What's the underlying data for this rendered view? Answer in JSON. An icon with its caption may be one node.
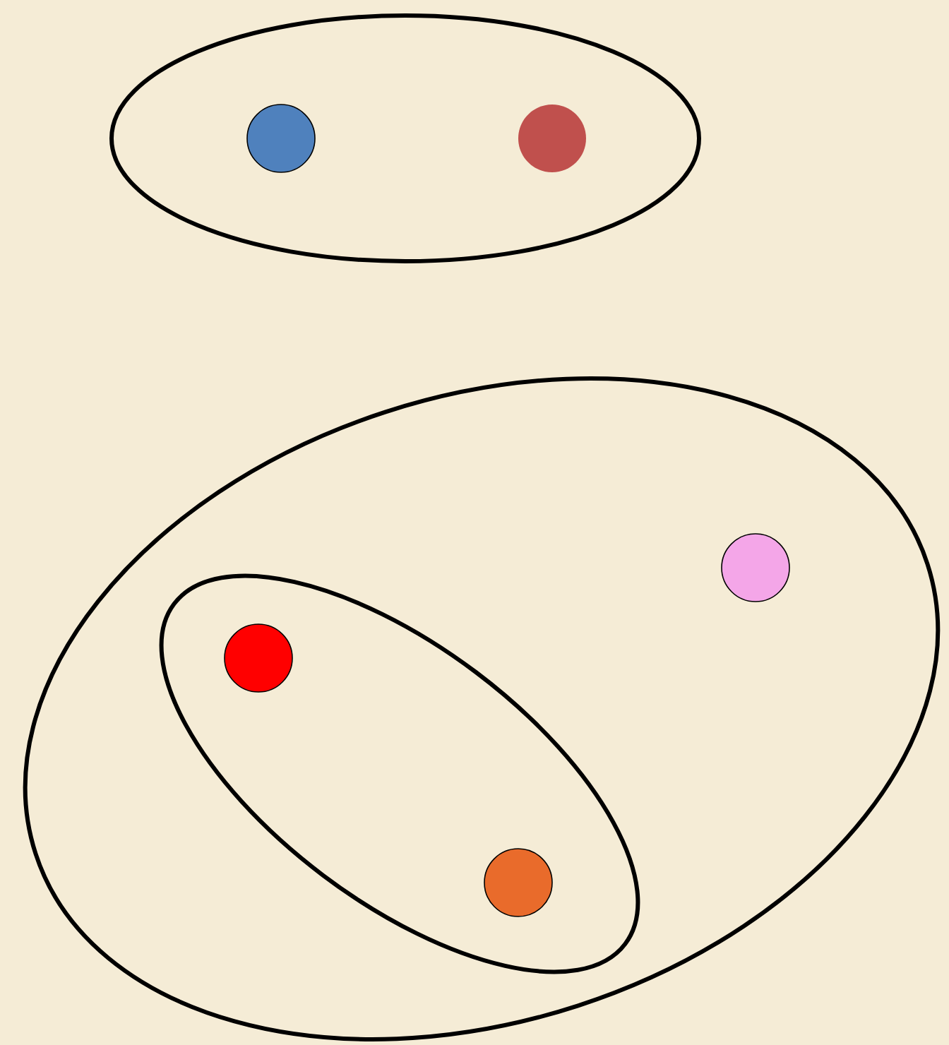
{
  "diagram": {
    "nodes": [
      {
        "text": [],
        "shape": "ellipse"
      },
      {
        "text": [],
        "shape": "circle",
        "in": 0
      },
      {
        "text": [],
        "shape": "circle",
        "in": 0
      },
      {
        "text": [],
        "shape": "ellipse"
      },
      {
        "text": [],
        "shape": "circle",
        "in": 3
      },
      {
        "text": [],
        "shape": "ellipse",
        "in": 3
      },
      {
        "text": [],
        "shape": "circle",
        "in": 5
      },
      {
        "text": [],
        "shape": "circle",
        "in": 5
      }
    ]
  }
}
